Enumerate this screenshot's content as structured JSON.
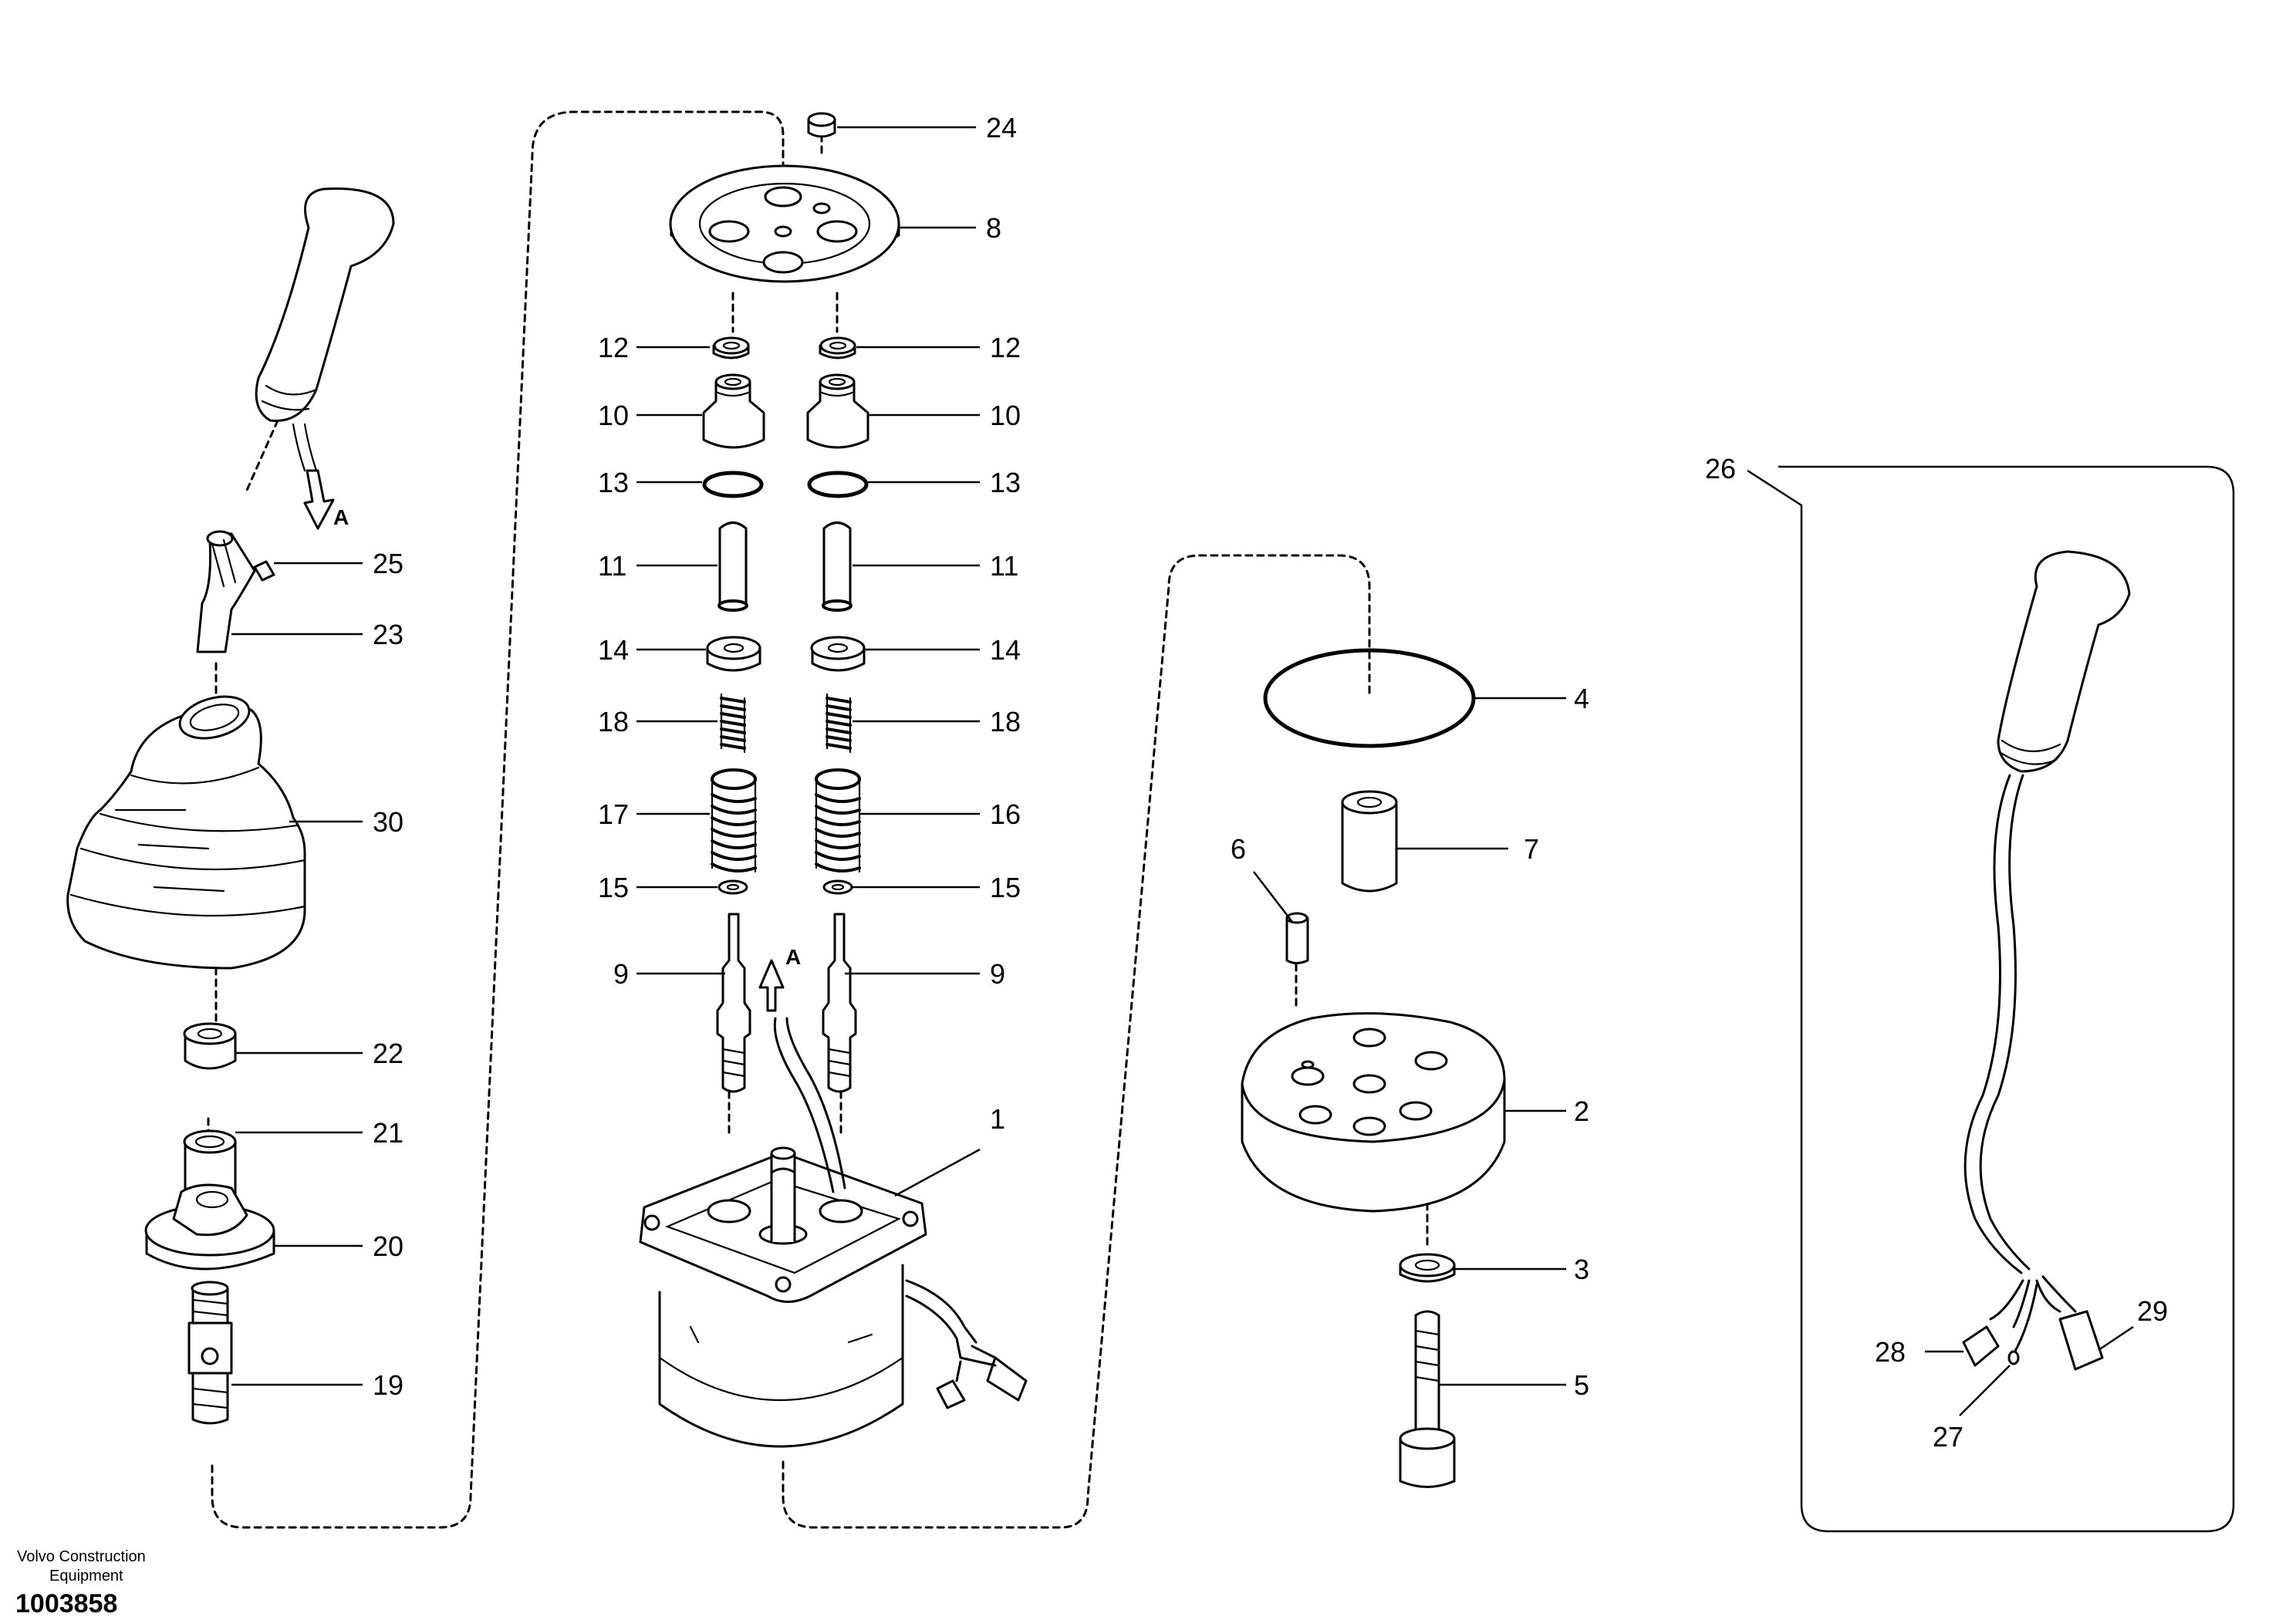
{
  "footer": {
    "brand_line1": "Volvo Construction",
    "brand_line2": "Equipment",
    "drawing_number": "1003858"
  },
  "view_marker": "A",
  "callouts": {
    "c1": "1",
    "c2": "2",
    "c3": "3",
    "c4": "4",
    "c5": "5",
    "c6": "6",
    "c7": "7",
    "c8": "8",
    "c9": "9",
    "c10": "10",
    "c11": "11",
    "c12": "12",
    "c13": "13",
    "c14": "14",
    "c15": "15",
    "c16": "16",
    "c17": "17",
    "c18": "18",
    "c19": "19",
    "c20": "20",
    "c21": "21",
    "c22": "22",
    "c23": "23",
    "c24": "24",
    "c25": "25",
    "c26": "26",
    "c27": "27",
    "c28": "28",
    "c29": "29",
    "c30": "30"
  }
}
